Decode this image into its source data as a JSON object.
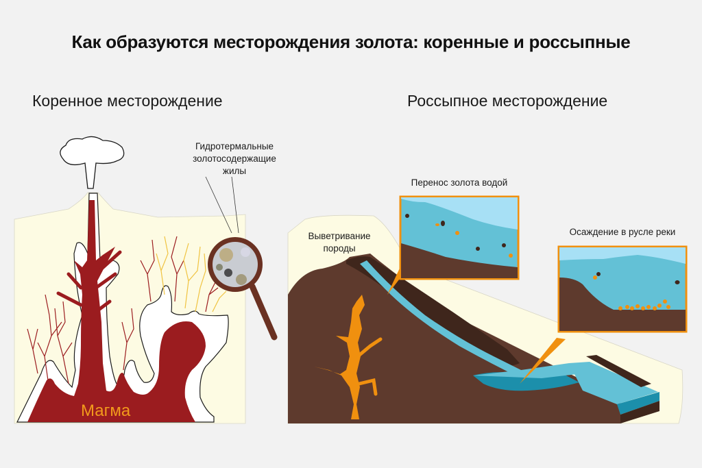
{
  "title": "Как образуются месторождения золота: коренные и россыпные",
  "left_panel": {
    "heading": "Коренное месторождение",
    "vein_label_line1": "Гидротермальные",
    "vein_label_line2": "золотосодержащие",
    "vein_label_line3": "жилы",
    "magma_label": "Магма",
    "icons": [
      "volcano-ash-cloud-icon",
      "magnifying-glass-icon"
    ]
  },
  "right_panel": {
    "heading": "Россыпное месторождение",
    "weathering_label_line1": "Выветривание",
    "weathering_label_line2": "породы",
    "transport_label": "Перенос золота водой",
    "deposition_label": "Осаждение в русле реки"
  },
  "colors": {
    "background": "#f2f2f2",
    "panel_fill": "#fdfbe3",
    "magma": "#9b1c1f",
    "rock_white": "#ffffff",
    "gold_vein": "#f0c340",
    "soil_brown": "#5e3a2d",
    "dark_brown": "#3f261c",
    "water_light": "#a7e0f5",
    "water_mid": "#63c1d6",
    "water_deep": "#1c8fab",
    "gold_orange": "#f0900f",
    "lens_frame": "#6a3122"
  }
}
